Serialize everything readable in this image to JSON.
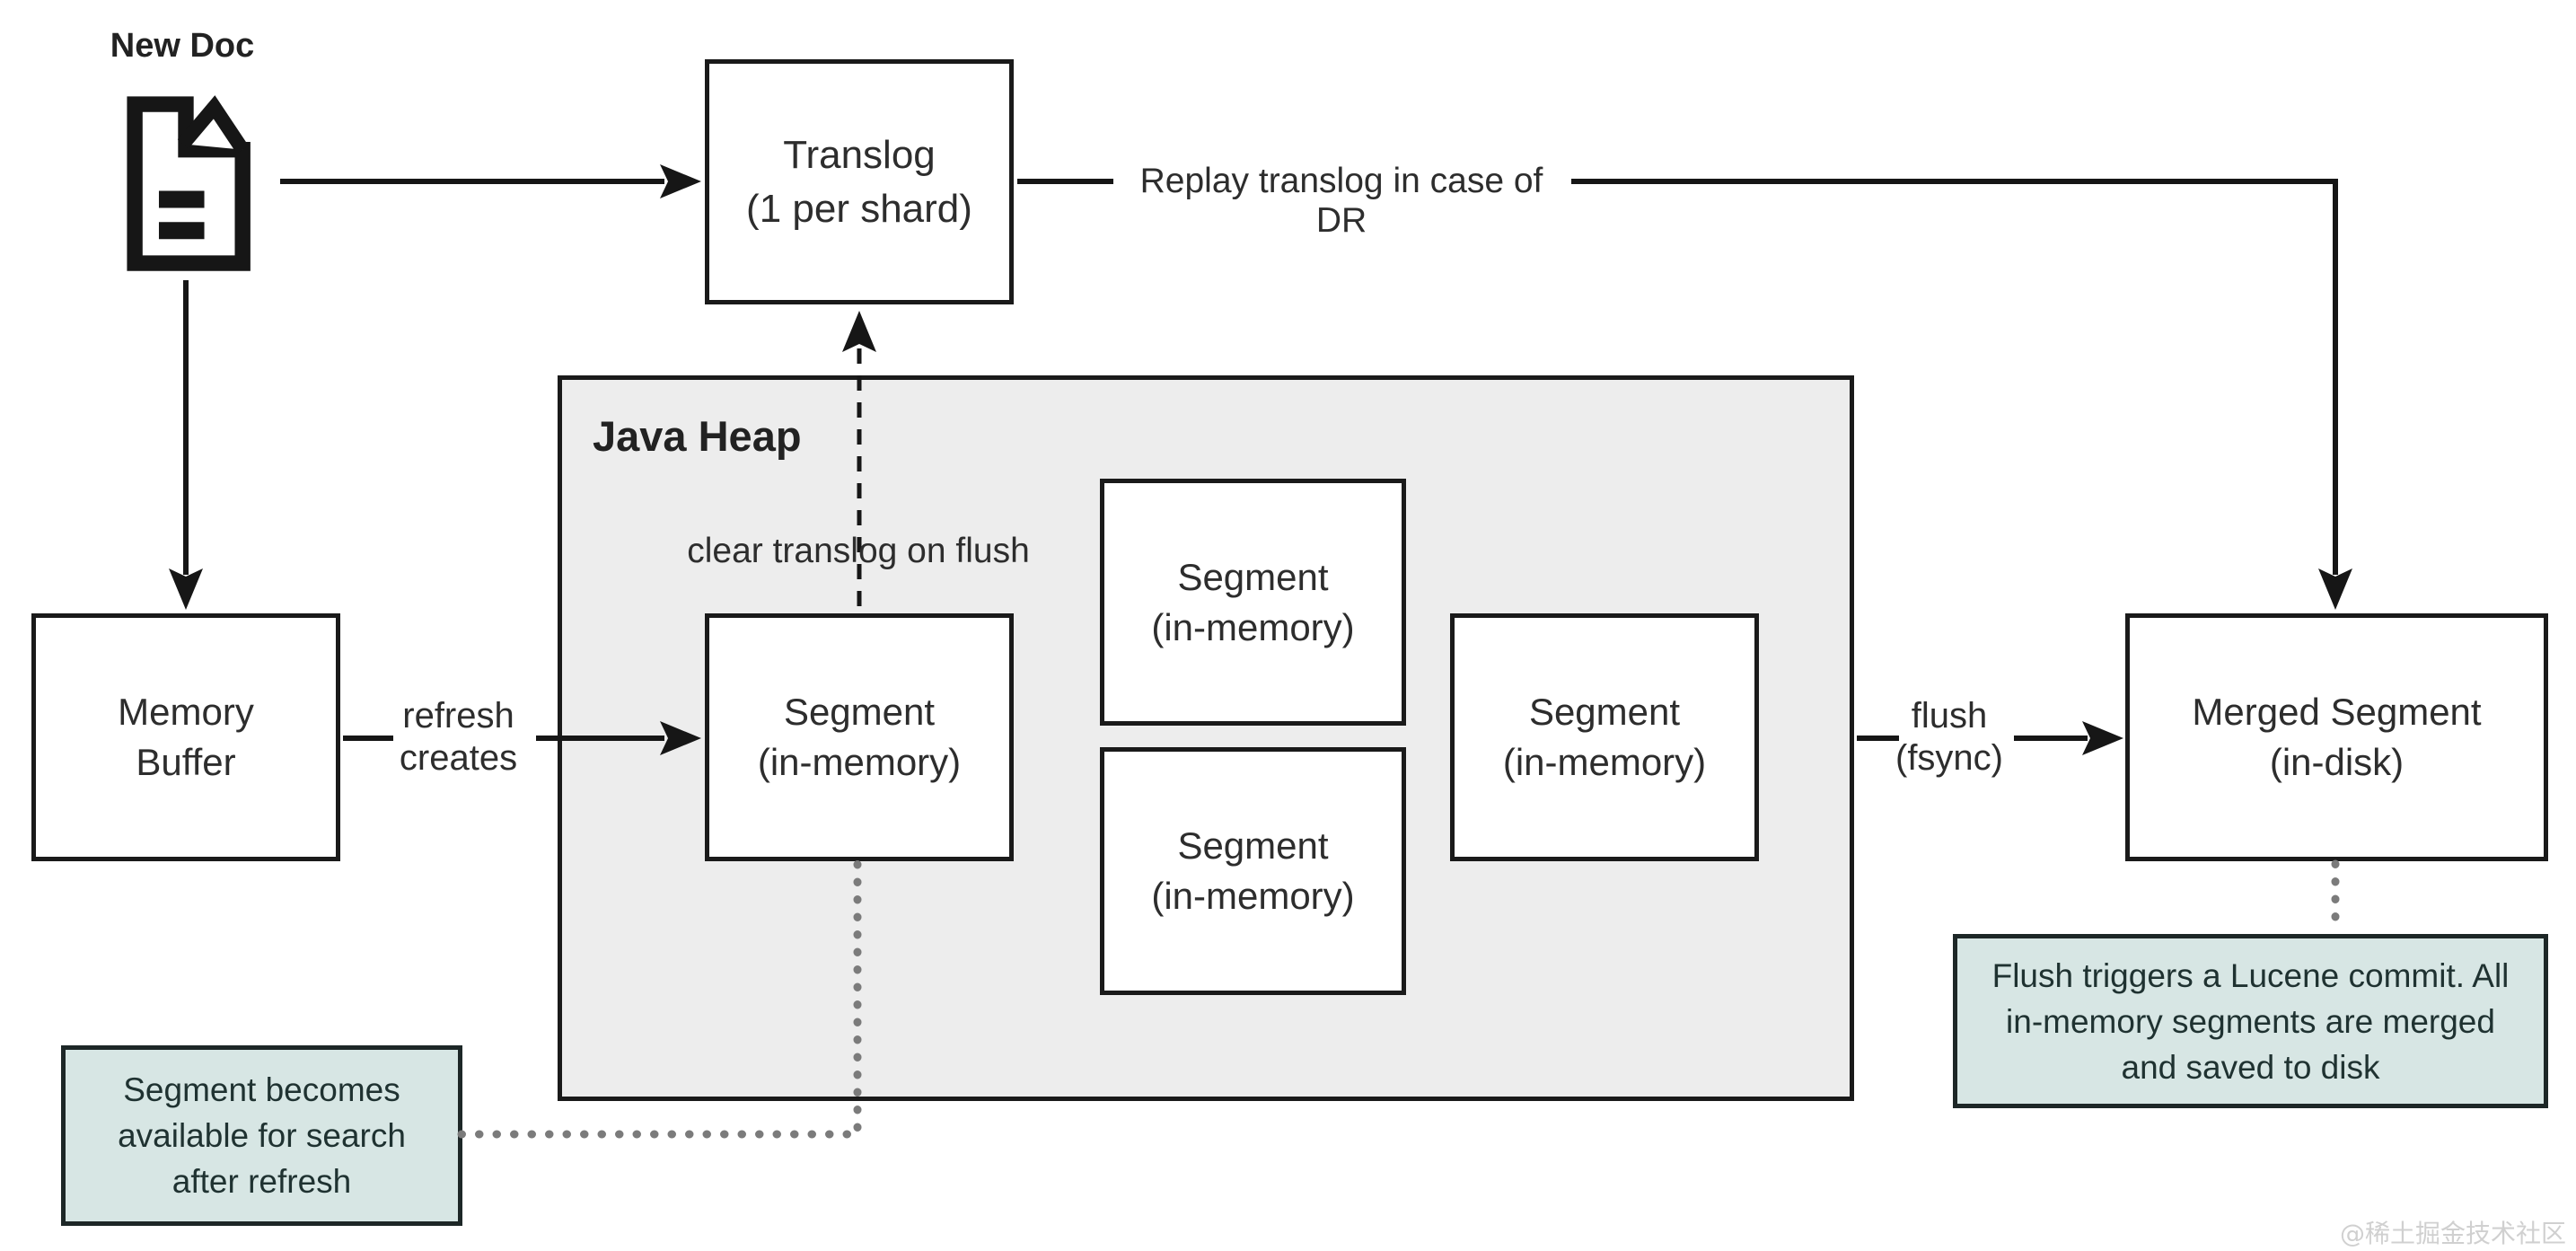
{
  "colors": {
    "canvas_bg": "#ffffff",
    "line": "#161616",
    "box_border": "#1a1a1a",
    "box_bg": "#ffffff",
    "java_heap_bg": "#ededed",
    "note_bg": "#d7e6e4",
    "note_border": "#1d2727",
    "note_text": "#1f3231",
    "text": "#2d2d2d",
    "dotted_line": "#7b7b7b",
    "watermark_text": "#d0d0d0"
  },
  "nodes": {
    "new_doc": {
      "label": "New Doc"
    },
    "translog": {
      "lines": [
        "Translog",
        "(1 per shard)"
      ]
    },
    "memory_buffer": {
      "lines": [
        "Memory",
        "Buffer"
      ]
    },
    "java_heap": {
      "label": "Java Heap"
    },
    "segments": [
      {
        "lines": [
          "Segment",
          "(in-memory)"
        ]
      },
      {
        "lines": [
          "Segment",
          "(in-memory)"
        ]
      },
      {
        "lines": [
          "Segment",
          "(in-memory)"
        ]
      },
      {
        "lines": [
          "Segment",
          "(in-memory)"
        ]
      }
    ],
    "merged_segment": {
      "lines": [
        "Merged Segment",
        "(in-disk)"
      ]
    }
  },
  "edge_labels": {
    "replay": "Replay translog in case of DR",
    "clear_translog": "clear translog on flush",
    "refresh": [
      "refresh",
      "creates"
    ],
    "flush": [
      "flush",
      "(fsync)"
    ]
  },
  "notes": {
    "search_note": [
      "Segment becomes",
      "available for search",
      "after refresh"
    ],
    "flush_note": [
      "Flush triggers a Lucene commit. All",
      "in-memory segments are merged",
      "and saved to disk"
    ]
  },
  "watermark": "@稀土掘金技术社区"
}
